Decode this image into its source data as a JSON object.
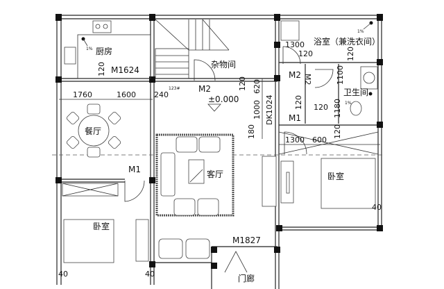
{
  "rooms": {
    "kitchen": "厨房",
    "storage": "杂物间",
    "dining": "餐厅",
    "living": "客厅",
    "bath": "浴室（兼洗衣间）",
    "toilet": "卫生间",
    "bedroom_right": "卧室",
    "bedroom_left": "卧室",
    "porch": "门廊"
  },
  "doors": {
    "kitchen_door": "M1624",
    "storage_door": "M2",
    "bath_door": "M2",
    "toilet_door": "M2",
    "bedroom_right_door": "M1",
    "bedroom_left_door": "M1",
    "entrance_door": "M1827",
    "window": "DK1024"
  },
  "elevation": "±0.000",
  "stair_note": "123#",
  "slope_marks": [
    "1%",
    "1%",
    "1%"
  ],
  "dimensions": {
    "d1760": "1760",
    "d1600": "1600",
    "d240": "240",
    "k120": "120",
    "s120": "120",
    "d620": "620",
    "d1000": "1000",
    "d180": "180",
    "b1300": "1300",
    "b120": "120",
    "b120v": "120",
    "d1100": "1100",
    "t120a": "120",
    "t120b": "120",
    "d1180": "1180",
    "t120c": "120",
    "r1300": "1300",
    "d600": "600",
    "w40a": "40",
    "w40b": "40",
    "w40c": "40"
  }
}
